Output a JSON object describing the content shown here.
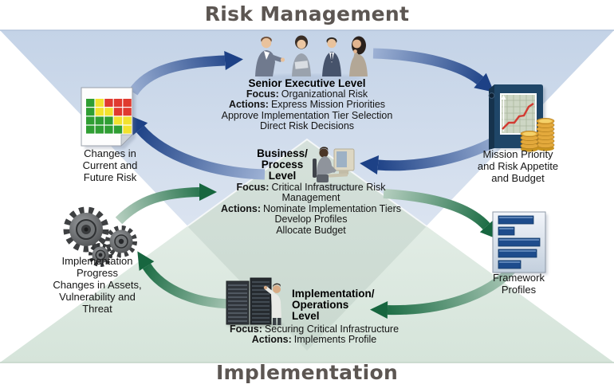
{
  "titles": {
    "top": "Risk Management",
    "bottom": "Implementation"
  },
  "levels": {
    "senior": {
      "title": "Senior Executive Level",
      "focus_label": "Focus:",
      "focus": "Organizational Risk",
      "actions_label": "Actions:",
      "actions": "Express Mission Priorities",
      "line3": "Approve Implementation Tier Selection",
      "line4": "Direct Risk Decisions"
    },
    "business": {
      "title1": "Business/",
      "title2": "Process",
      "title3": "Level",
      "focus_label": "Focus:",
      "focus": "Critical Infrastructure Risk",
      "focus2": "Management",
      "actions_label": "Actions:",
      "actions": "Nominate Implementation Tiers",
      "line4": "Develop Profiles",
      "line5": "Allocate Budget"
    },
    "operations": {
      "title1": "Implementation/",
      "title2": "Operations",
      "title3": "Level",
      "focus_label": "Focus:",
      "focus": "Securing Critical Infrastructure",
      "actions_label": "Actions:",
      "actions": "Implements Profile"
    }
  },
  "labels": {
    "changes_risk": [
      "Changes in",
      "Current and",
      "Future Risk"
    ],
    "impl_progress": [
      "Implementation",
      "Progress",
      "Changes in Assets,",
      "Vulnerability and",
      "Threat"
    ],
    "mission": [
      "Mission Priority",
      "and Risk Appetite",
      "and Budget"
    ],
    "profiles": [
      "Framework",
      "Profiles"
    ]
  },
  "colors": {
    "title_text": "#5c5652",
    "blue_triangle": "#ccd9ea",
    "green_triangle": "#d7e5db",
    "blue_arrow_dark": "#1d4186",
    "blue_arrow_light": "#9db1d4",
    "green_arrow_dark": "#186a41",
    "green_arrow_light": "#b6cfc0",
    "risk_green": "#2f9e33",
    "risk_yellow": "#f2e22e",
    "risk_red": "#e03a2f",
    "profile_bar": "#1e4c8c",
    "coin_gold": "#e3a93c"
  },
  "icons": {
    "heatmap": {
      "rows": [
        [
          "g",
          "y",
          "r",
          "r",
          "r"
        ],
        [
          "g",
          "y",
          "y",
          "r",
          "r"
        ],
        [
          "g",
          "g",
          "g",
          "y",
          "y"
        ],
        [
          "g",
          "g",
          "g",
          "g",
          "y"
        ]
      ]
    },
    "profiles": {
      "bar_widths": [
        44,
        20,
        52,
        48,
        28
      ]
    }
  }
}
